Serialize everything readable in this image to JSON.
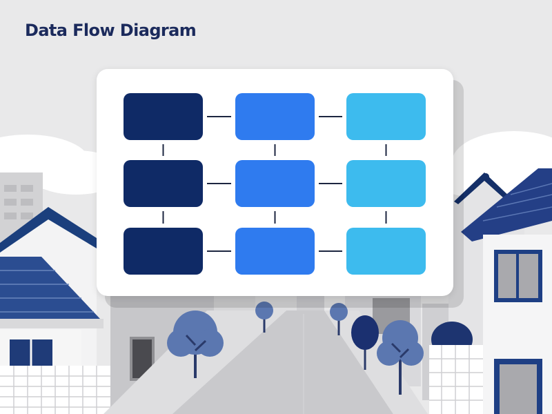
{
  "title": "Data Flow Diagram",
  "colors": {
    "title": "#1b2a5c",
    "background": "#e9e9ea",
    "navy": "#0f2a66",
    "blue": "#2f7bef",
    "sky": "#3dbbee",
    "connector": "#1c2640",
    "card": "#ffffff"
  },
  "diagram": {
    "rows": 3,
    "columns": 3,
    "column_colors": [
      "navy",
      "blue",
      "sky"
    ],
    "connectors": "horizontal-and-vertical"
  },
  "icons": [
    "house-illustration",
    "tree-illustration",
    "street-illustration"
  ]
}
